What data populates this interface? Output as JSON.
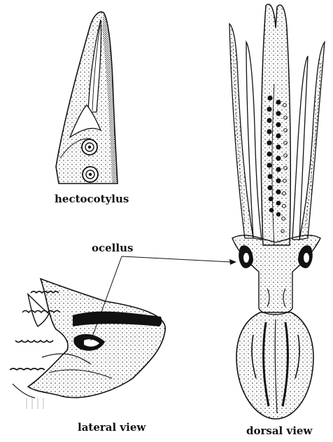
{
  "labels": {
    "hectocotylus": "hectocotylus",
    "ocellus": "ocellus",
    "lateral_view": "lateral view",
    "dorsal_view": "dorsal view"
  },
  "colors": {
    "ink": "#111111",
    "background": "#ffffff"
  }
}
